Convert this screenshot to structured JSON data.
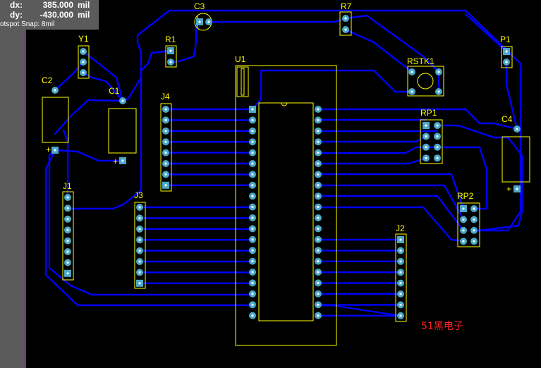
{
  "hud": {
    "dx_label": "dx:",
    "dx_value": "385.000",
    "dx_unit": "mil",
    "dy_label": "dy:",
    "dy_value": "-430.000",
    "dy_unit": "mil",
    "snap_text": "otspot Snap: 8mil"
  },
  "components": {
    "c3": "C3",
    "r7": "R7",
    "y1": "Y1",
    "r1": "R1",
    "p1": "P1",
    "u1": "U1",
    "rstk1": "RSTK1",
    "c2": "C2",
    "c1": "C1",
    "j4": "J4",
    "rp1": "RP1",
    "c4": "C4",
    "j1": "J1",
    "j3": "J3",
    "rp2": "RP2",
    "j2": "J2"
  },
  "polarity": {
    "c2": "+",
    "c1": "+",
    "c4": "+"
  },
  "brand_text": "51黑电子",
  "colors": {
    "background": "#000000",
    "track": "#0000ff",
    "silkscreen": "#ffff00",
    "pad": "#4aa8c8",
    "board_edge": "#c000c0",
    "brand": "#ff2020"
  }
}
